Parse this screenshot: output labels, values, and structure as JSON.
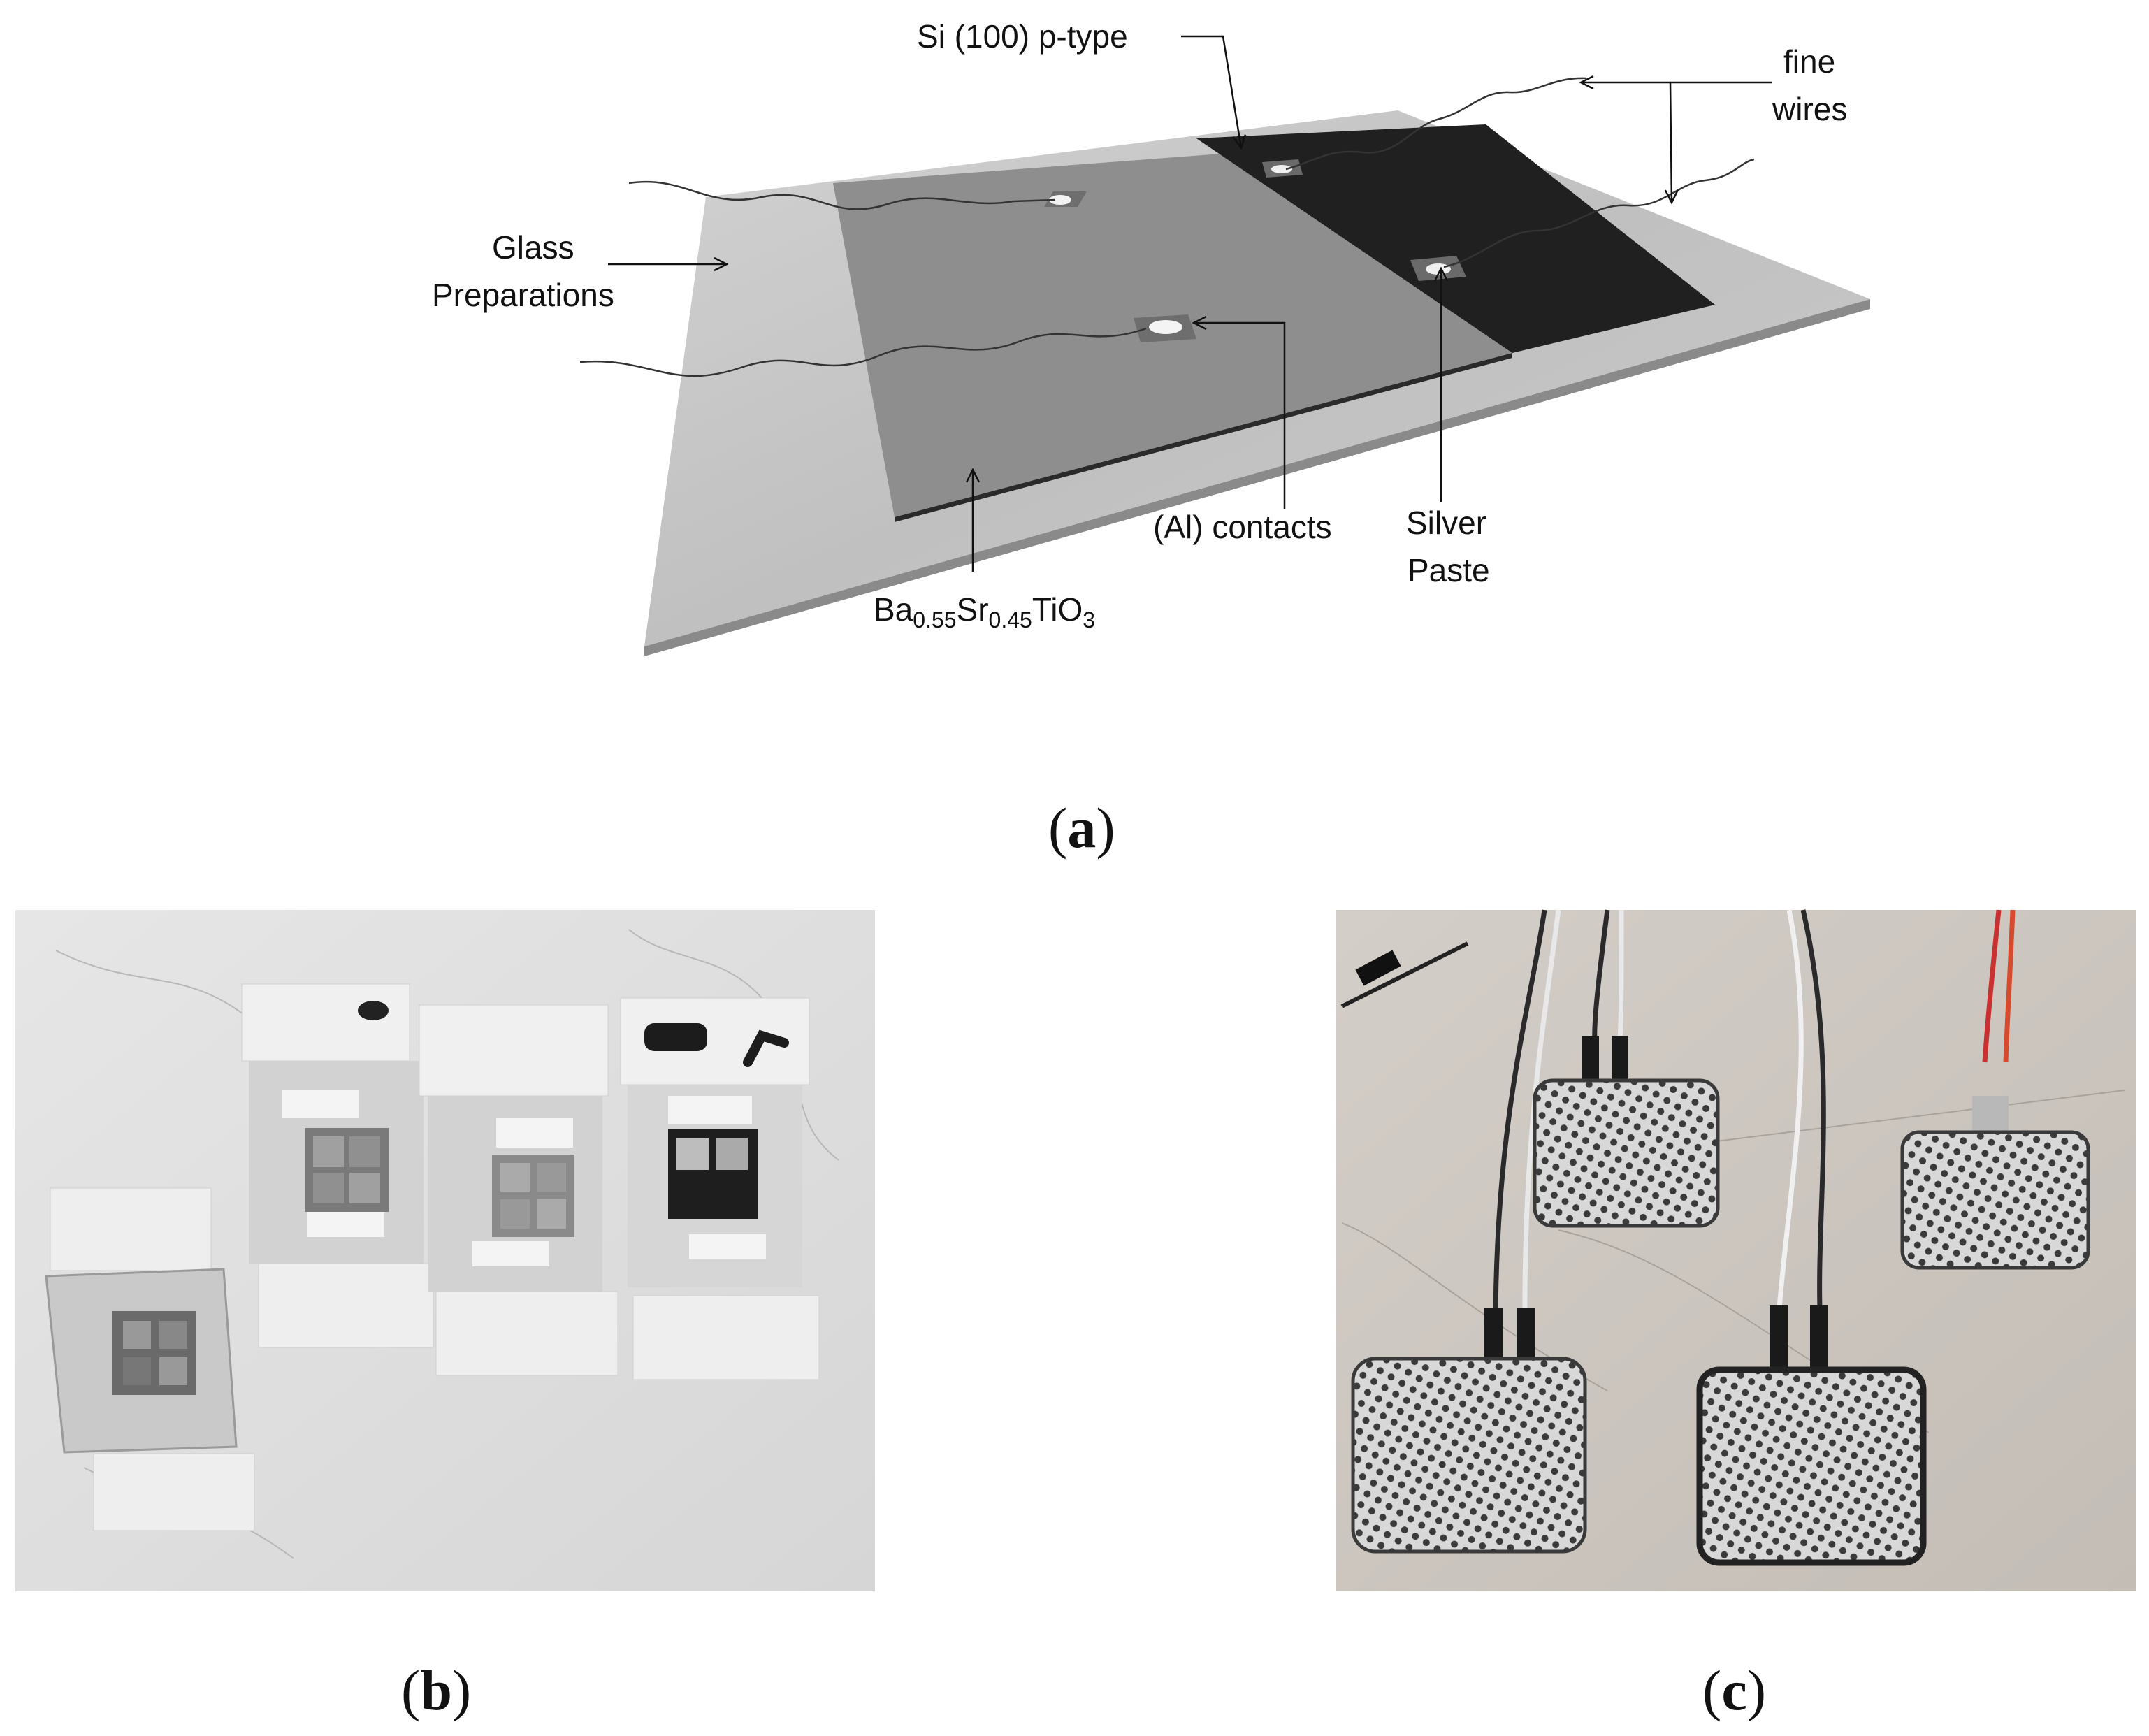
{
  "panel_a": {
    "labels": {
      "si": "Si (100) p-type",
      "fine_wires_line1": "fine",
      "fine_wires_line2": "wires",
      "glass_line1": "Glass",
      "glass_line2": "Preparations",
      "al_contacts": "(Al) contacts",
      "silver_line1": "Silver",
      "silver_line2": "Paste",
      "bst_base1": "Ba",
      "bst_sub1": "0.55",
      "bst_base2": "Sr",
      "bst_sub2": "0.45",
      "bst_base3": "TiO",
      "bst_sub3": "3"
    },
    "caption": {
      "open": "(",
      "letter": "a",
      "close": ")"
    },
    "colors": {
      "glass": "#c4c4c4",
      "bst": "#8e8e8e",
      "si": "#202020",
      "contact": "#f2f2f2"
    }
  },
  "panel_b": {
    "caption": {
      "open": "(",
      "letter": "b",
      "close": ")"
    },
    "image": "grayscale photo of four thin-film samples mounted on glass slides with paper tape strips"
  },
  "panel_c": {
    "caption": {
      "open": "(",
      "letter": "c",
      "close": ")"
    },
    "image": "photo of four wired sensor pads wrapped in perforated metal mesh"
  }
}
